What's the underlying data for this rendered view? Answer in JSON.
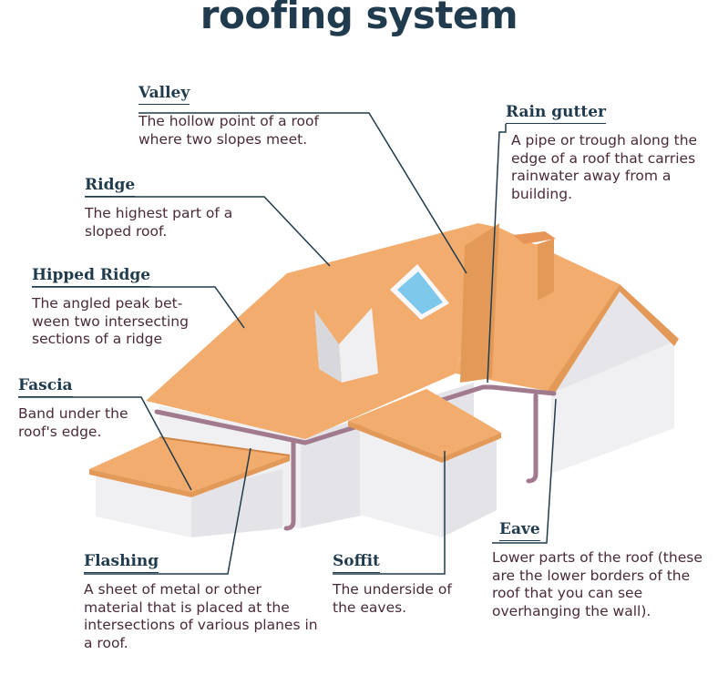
{
  "title": "roofing system",
  "colors": {
    "roof": "#f2ac6e",
    "roof_dark": "#e39a58",
    "wall": "#f0f0f2",
    "wall_shade": "#d8d8dc",
    "gutter": "#a27a8e",
    "heading": "#1f3b4d",
    "text": "#4a2a3a",
    "window": "#7ec8ec"
  },
  "labels": {
    "valley": {
      "heading": "Valley",
      "desc": "The hollow point of a roof where two slopes meet."
    },
    "ridge": {
      "heading": "Ridge",
      "desc": "The highest part of a sloped roof."
    },
    "hipped_ridge": {
      "heading": "Hipped Ridge",
      "desc": "The angled peak bet-ween two intersecting sections of a ridge"
    },
    "fascia": {
      "heading": "Fascia",
      "desc": "Band under the roof's edge."
    },
    "rain_gutter": {
      "heading": "Rain gutter",
      "desc": "A pipe or trough along the edge of a roof that carries rainwater away from a building."
    },
    "eave": {
      "heading": "Eave",
      "desc": "Lower parts of the roof (these are the lower borders of the roof that you can see overhanging the wall)."
    },
    "flashing": {
      "heading": "Flashing",
      "desc": "A sheet of metal or other material that is placed at the intersections of various planes in a roof."
    },
    "soffit": {
      "heading": "Soffit",
      "desc": "The underside of the eaves."
    }
  }
}
